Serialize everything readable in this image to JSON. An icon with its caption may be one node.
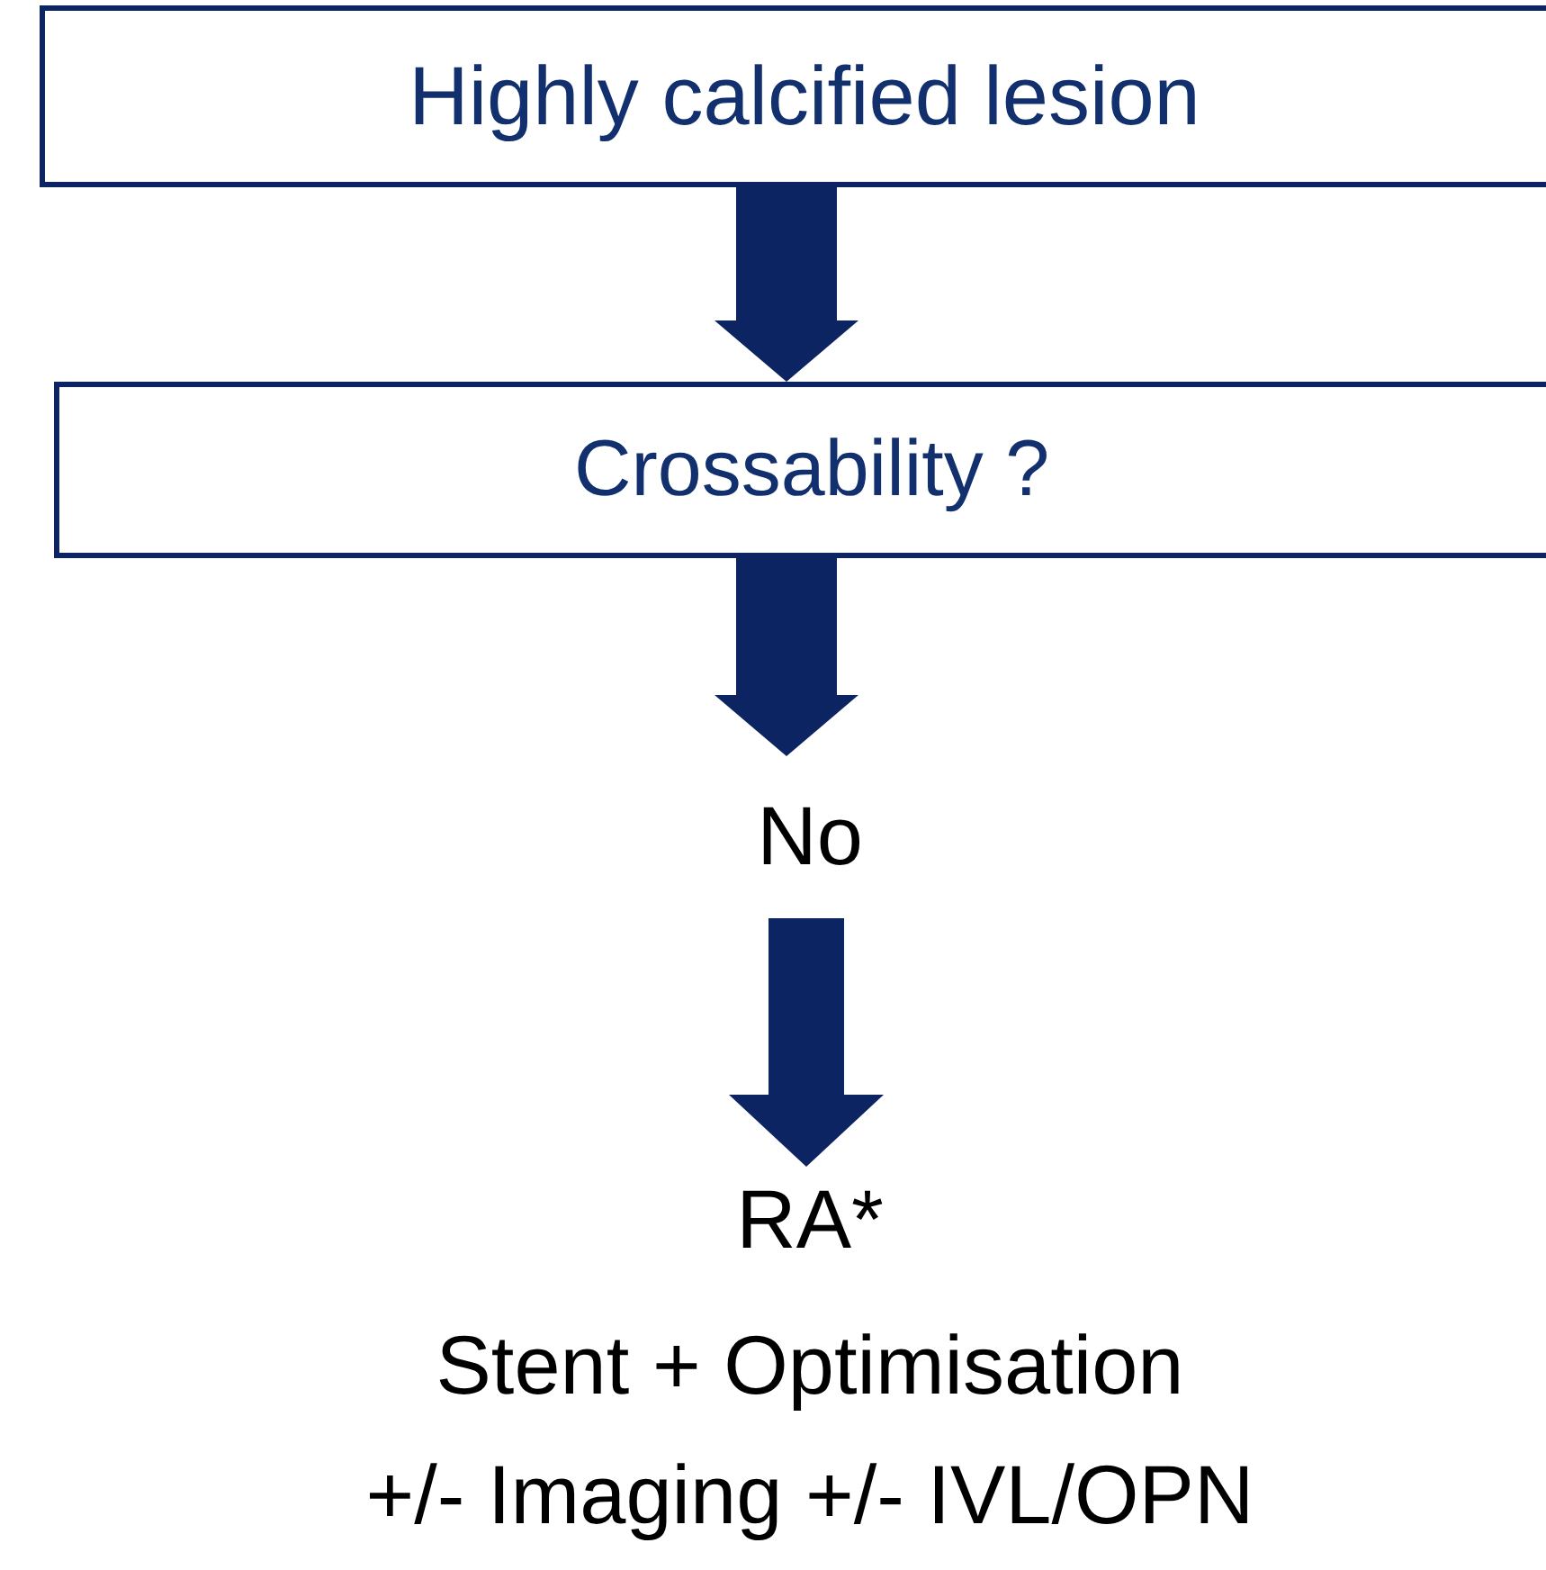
{
  "diagram": {
    "nodes": [
      {
        "text": [
          "Highly calcified lesion"
        ]
      },
      {
        "text": [
          "Crossability ?"
        ]
      },
      {
        "text": [
          "No"
        ]
      },
      {
        "text": [
          "RA*",
          "Stent + Optimisation",
          "+/- Imaging +/- IVL/OPN"
        ]
      }
    ],
    "edges": [
      {
        "from": 0,
        "to": 1,
        "arrow": "to"
      },
      {
        "from": 1,
        "to": 2,
        "arrow": "to"
      },
      {
        "from": 2,
        "to": 3,
        "arrow": "to"
      }
    ]
  }
}
